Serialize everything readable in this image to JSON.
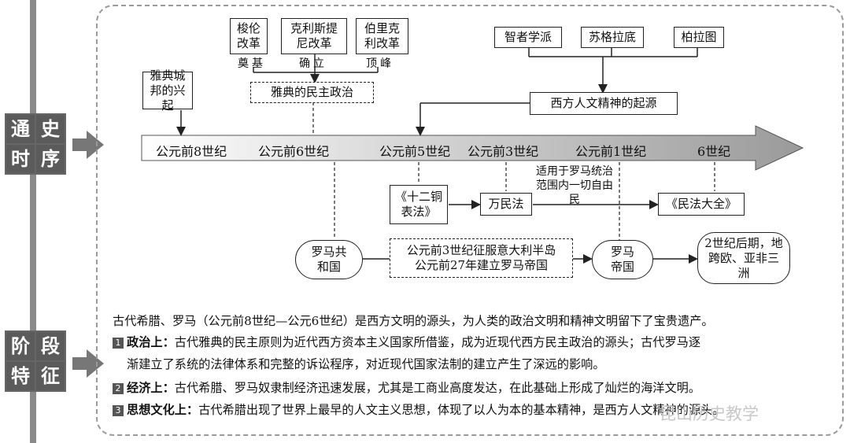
{
  "sidebar": {
    "section1": [
      "通",
      "史",
      "时",
      "序"
    ],
    "section2": [
      "阶",
      "段",
      "特",
      "征"
    ]
  },
  "timeline": {
    "eras": [
      "公元前8世纪",
      "公元前6世纪",
      "公元前5世纪",
      "公元前3世纪",
      "公元前1世纪",
      "6世纪"
    ]
  },
  "greece": {
    "rise_of_athens": "雅典城邦的兴起",
    "reforms": [
      "梭伦改革",
      "克利斯提尼改革",
      "伯里克利改革"
    ],
    "reform_roles": [
      "奠基",
      "确立",
      "顶峰"
    ],
    "athenian_democracy": "雅典的民主政治",
    "philosophers": [
      "智者学派",
      "苏格拉底",
      "柏拉图"
    ],
    "humanism_origin": "西方人文精神的起源"
  },
  "rome": {
    "twelve_tables": "《十二铜表法》",
    "civil_law": "万民法",
    "expansion_note": "适用于罗马统治范围内一切自由民",
    "corpus_juris": "《民法大全》",
    "republic": "罗马共和国",
    "conquest": "公元前3世纪征服意大利半岛",
    "empire_founded": "公元前27年建立罗马帝国",
    "empire": "罗马帝国",
    "span": "2世纪后期，地跨欧、亚非三洲"
  },
  "features": {
    "intro": "古代希腊、罗马（公元前8世纪—公元6世纪）是西方文明的源头，为人类的政治文明和精神文明留下了宝贵遗产。",
    "items": [
      {
        "num": "1",
        "title": "政治上：",
        "line1": "古代雅典的民主原则为近代西方资本主义国家所借鉴，成为近现代西方民主政治的源头；古代罗马逐",
        "line2": "渐建立了系统的法律体系和完整的诉讼程序，对近现代国家法制的建立产生了深远的影响。"
      },
      {
        "num": "2",
        "title": "经济上：",
        "line1": "古代希腊、罗马奴隶制经济迅速发展，尤其是工商业高度发达，在此基础上形成了灿烂的海洋文明。"
      },
      {
        "num": "3",
        "title": "思想文化上：",
        "line1": "古代希腊出现了世界上最早的人文主义思想，体现了以人为本的基本精神，是西方人文精神的源头。"
      }
    ]
  },
  "watermark": "昆山历史教学"
}
